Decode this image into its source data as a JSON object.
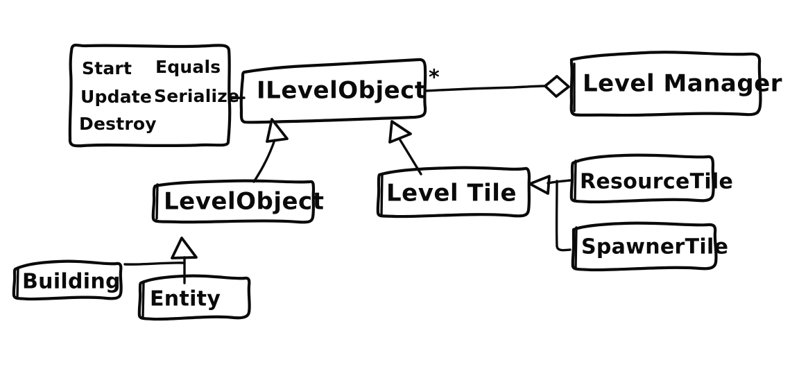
{
  "diagram": {
    "title": "UML class diagram (hand-drawn)",
    "style": "hand-drawn-sketch",
    "ink_color": "#0a0a0a",
    "background_color": "#ffffff"
  },
  "methods_box": {
    "name": "interface-methods-note",
    "rows": [
      {
        "left": "Start",
        "right": "Equals"
      },
      {
        "left": "Update",
        "right": "Serialize"
      },
      {
        "left": "Destroy",
        "right": ""
      }
    ]
  },
  "classes": {
    "ilevelobject": {
      "label": "ILevelObject"
    },
    "levelmanager": {
      "label": "Level Manager"
    },
    "levelobject": {
      "label": "LevelObject"
    },
    "leveltile": {
      "label": "Level Tile"
    },
    "resourcetile": {
      "label": "ResourceTile"
    },
    "spawnertile": {
      "label": "SpawnerTile"
    },
    "building": {
      "label": "Building"
    },
    "entity": {
      "label": "Entity"
    }
  },
  "annotations": {
    "multiplicity_star": "*"
  },
  "relationships": [
    {
      "name": "levelobject-implements-ilevelobject",
      "kind": "generalization",
      "from": "LevelObject",
      "to": "ILevelObject"
    },
    {
      "name": "leveltile-implements-ilevelobject",
      "kind": "generalization",
      "from": "Level Tile",
      "to": "ILevelObject"
    },
    {
      "name": "levelmanager-aggregates-ilevelobject",
      "kind": "aggregation",
      "from": "Level Manager",
      "to": "ILevelObject",
      "multiplicity": "*"
    },
    {
      "name": "resourcetile-extends-leveltile",
      "kind": "generalization",
      "from": "ResourceTile",
      "to": "Level Tile"
    },
    {
      "name": "spawnertile-extends-leveltile",
      "kind": "generalization",
      "from": "SpawnerTile",
      "to": "Level Tile"
    },
    {
      "name": "building-extends-levelobject",
      "kind": "generalization",
      "from": "Building",
      "to": "LevelObject"
    },
    {
      "name": "entity-extends-levelobject",
      "kind": "generalization",
      "from": "Entity",
      "to": "LevelObject"
    }
  ]
}
